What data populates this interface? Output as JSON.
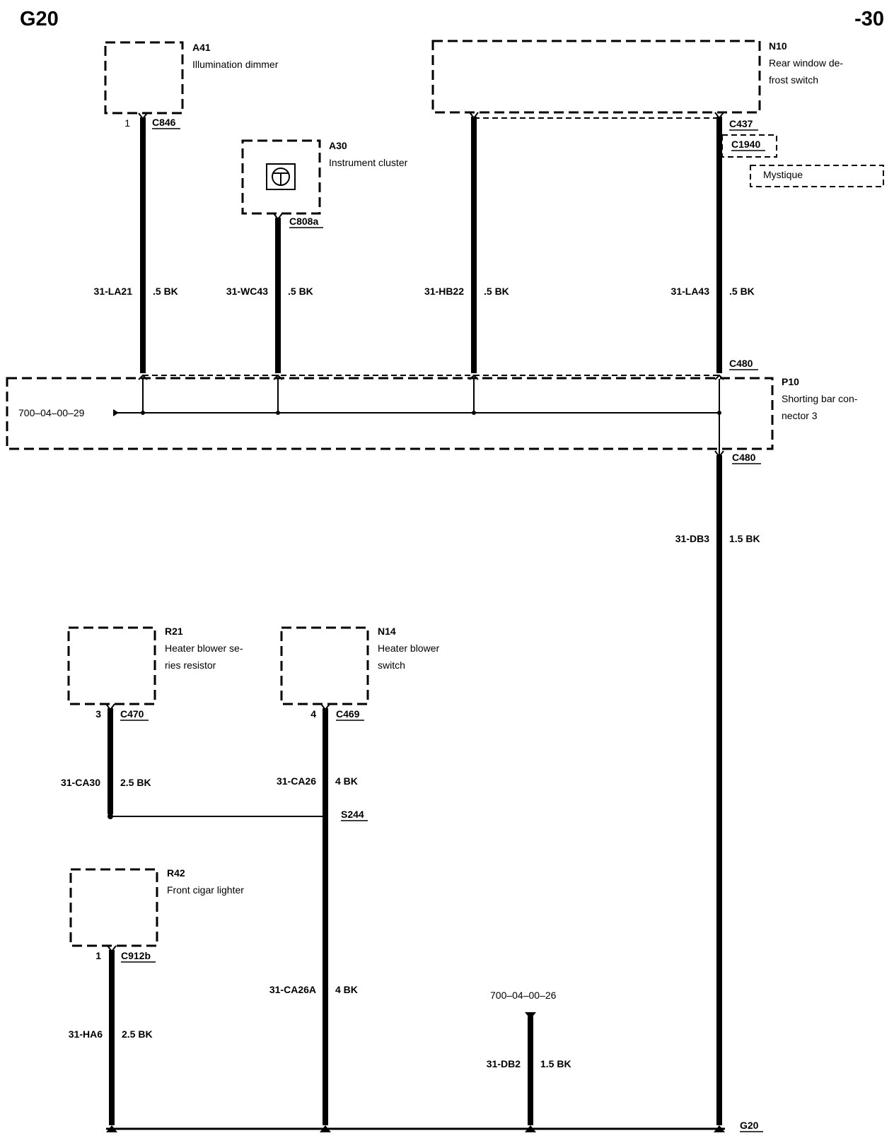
{
  "header": {
    "left": "G20",
    "right": "-30"
  },
  "components": {
    "a41": {
      "id": "A41",
      "name": "Illumination dimmer",
      "pin": "1",
      "connector": "C846"
    },
    "a30": {
      "id": "A30",
      "name": "Instrument cluster",
      "connector": "C808a"
    },
    "n10": {
      "id": "N10",
      "name_line1": "Rear window de-",
      "name_line2": "frost switch",
      "connector": "C437",
      "alt_connector": "C1940",
      "variant": "Mystique"
    },
    "p10": {
      "id": "P10",
      "name_line1": "Shorting bar con-",
      "name_line2": "nector 3",
      "connector_top": "C480",
      "connector_bottom": "C480",
      "ref": "700–04–00–29"
    },
    "r21": {
      "id": "R21",
      "name_line1": "Heater blower se-",
      "name_line2": "ries resistor",
      "pin": "3",
      "connector": "C470"
    },
    "n14": {
      "id": "N14",
      "name_line1": "Heater blower",
      "name_line2": "switch",
      "pin": "4",
      "connector": "C469"
    },
    "r42": {
      "id": "R42",
      "name": "Front cigar lighter",
      "pin": "1",
      "connector": "C912b"
    }
  },
  "wires": {
    "la21": {
      "code": "31-LA21",
      "spec": ".5 BK"
    },
    "wc43": {
      "code": "31-WC43",
      "spec": ".5 BK"
    },
    "hb22": {
      "code": "31-HB22",
      "spec": ".5 BK"
    },
    "la43": {
      "code": "31-LA43",
      "spec": ".5 BK"
    },
    "db3": {
      "code": "31-DB3",
      "spec": "1.5 BK"
    },
    "ca30": {
      "code": "31-CA30",
      "spec": "2.5 BK"
    },
    "ca26": {
      "code": "31-CA26",
      "spec": "4 BK"
    },
    "ca26a": {
      "code": "31-CA26A",
      "spec": "4 BK"
    },
    "ha6": {
      "code": "31-HA6",
      "spec": "2.5 BK"
    },
    "db2": {
      "code": "31-DB2",
      "spec": "1.5 BK"
    }
  },
  "splice": {
    "id": "S244"
  },
  "ground": {
    "id": "G20",
    "ref": "700–04–00–26"
  }
}
